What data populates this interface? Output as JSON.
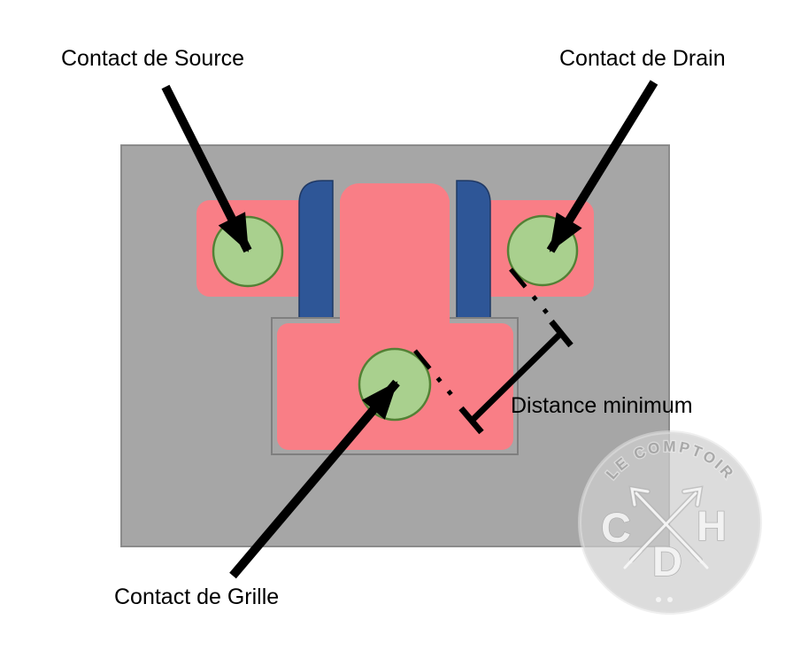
{
  "labels": {
    "source": "Contact de Source",
    "drain": "Contact de Drain",
    "gate": "Contact de Grille",
    "distance": "Distance minimum"
  },
  "watermark": {
    "arc_text": "LE COMPTOIR",
    "letter_left": "C",
    "letter_right": "H",
    "letter_bottom": "D"
  },
  "colors": {
    "substrate_gray": "#A6A6A6",
    "substrate_border": "#8B8B8B",
    "inner_outline": "#7F7F7F",
    "active_pink": "#F97E86",
    "gate_blue": "#2E5697",
    "gate_blue_border": "#1F3864",
    "contact_green": "#A9D08E",
    "contact_green_border": "#538135",
    "annotation_black": "#000000",
    "watermark_gray": "#CECECE"
  }
}
